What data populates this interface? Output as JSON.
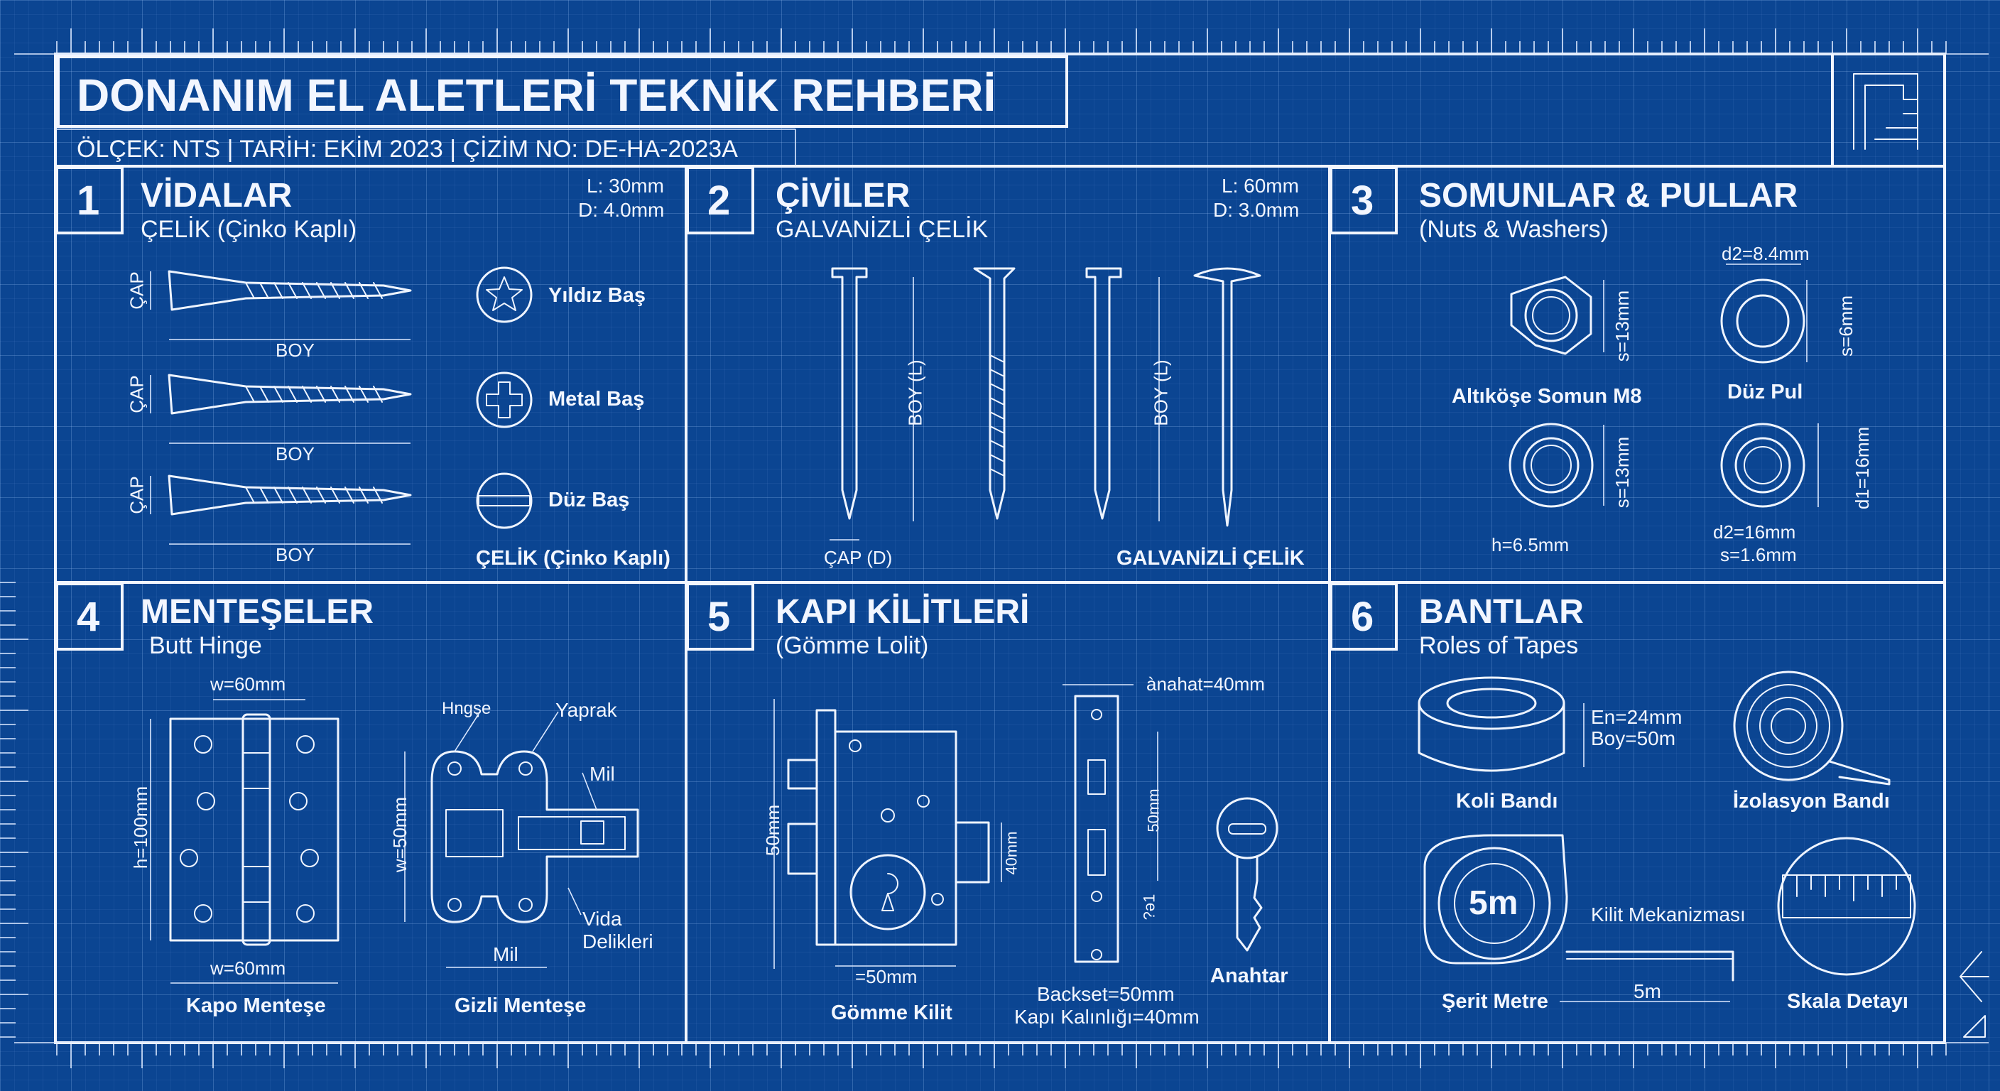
{
  "header": {
    "title": "DONANIM EL ALETLERİ TEKNİK REHBERİ",
    "meta": "ÖLÇEK: NTS  |  TARİH: EKİM 2023  |  ÇİZİM NO: DE-HA-2023A"
  },
  "panels": {
    "p1": {
      "num": "1",
      "title": "VİDALAR",
      "subtitle": "ÇELİK (Çinko Kaplı)",
      "spec_l": "L: 30mm",
      "spec_d": "D: 4.0mm",
      "cap": "ÇAP",
      "boy": "BOY",
      "head_star": "Yıldız Baş",
      "head_phillips": "Metal Baş",
      "head_flat": "Düz Baş",
      "footer": "ÇELİK (Çinko Kaplı)"
    },
    "p2": {
      "num": "2",
      "title": "ÇİVİLER",
      "subtitle": "GALVANİZLİ ÇELİK",
      "spec_l": "L: 60mm",
      "spec_d": "D: 3.0mm",
      "boy": "BOY (L)",
      "cap": "ÇAP (D)",
      "footer": "GALVANİZLİ ÇELİK"
    },
    "p3": {
      "num": "3",
      "title": "SOMUNLAR & PULLAR",
      "subtitle": "(Nuts & Washers)",
      "hex_label": "Altıköşe Somun M8",
      "hex_dim": "s=13mm",
      "hex2_dim": "s=13mm",
      "hex2_h": "h=6.5mm",
      "washer_d2": "d2=8.4mm",
      "washer_s": "s=6mm",
      "washer_label": "Düz Pul",
      "washer2_d1": "d1=16mm",
      "washer2_d2": "d2=16mm",
      "washer2_s": "s=1.6mm"
    },
    "p4": {
      "num": "4",
      "title": "MENTEŞELER",
      "subtitle": "Butt Hinge",
      "w_top": "w=60mm",
      "h": "h=100mm",
      "w_bottom": "w=60mm",
      "butt_label": "Kapo Menteşe",
      "hinge_callout": "Hngşe",
      "yaprak": "Yaprak",
      "mil": "Mil",
      "w50": "w=50mm",
      "vida": "Vida",
      "delikleri": "Delikleri",
      "mil_bottom": "Mil",
      "concealed_label": "Gizli Menteşe"
    },
    "p5": {
      "num": "5",
      "title": "KAPI KİLİTLERİ",
      "subtitle": "(Gömme Lolit)",
      "h50": "50mm",
      "w50": "=50mm",
      "d40": "40mm",
      "mortise_label": "Gömme Kilit",
      "anahat": "ànahat=40mm",
      "plate50": "50mm",
      "plate_small": "?ǝ1",
      "backset": "Backset=50mm",
      "kapi": "Kapı Kalınlığı=40mm",
      "key_label": "Anahtar"
    },
    "p6": {
      "num": "6",
      "title": "BANTLAR",
      "subtitle": "Roles of Tapes",
      "en": "En=24mm",
      "boy": "Boy=50m",
      "koli": "Koli Bandı",
      "izo": "İzolasyon Bandı",
      "tape_mark": "5m",
      "kilit": "Kilit Mekanizması",
      "len": "5m",
      "serit": "Şerit Metre",
      "skala": "Skala Detayı"
    }
  }
}
